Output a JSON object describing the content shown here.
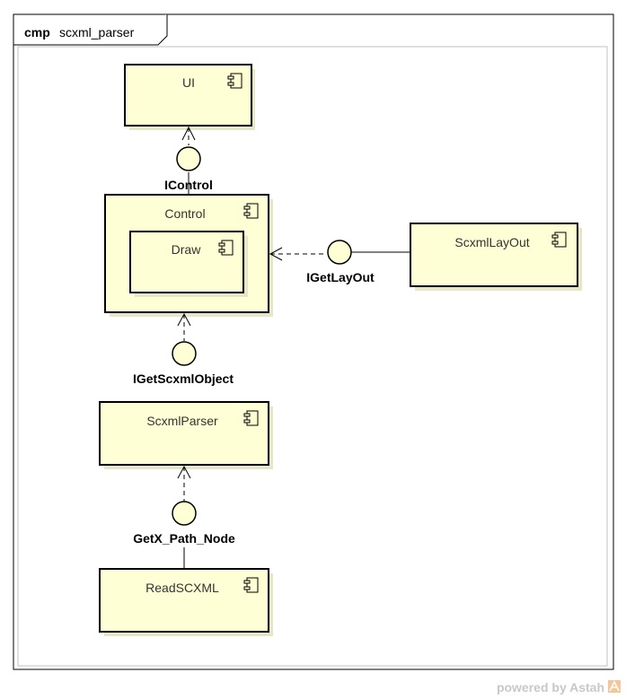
{
  "frame": {
    "keyword": "cmp",
    "name": "scxml_parser"
  },
  "components": {
    "ui": "UI",
    "control": "Control",
    "draw": "Draw",
    "scxml_layout": "ScxmlLayOut",
    "scxml_parser": "ScxmlParser",
    "read_scxml": "ReadSCXML"
  },
  "interfaces": {
    "icontrol": "IControl",
    "iget_layout": "IGetLayOut",
    "iget_scxml_object": "IGetScxmlObject",
    "getx_path_node": "GetX_Path_Node"
  },
  "footer": {
    "text": "powered by Astah"
  },
  "colors": {
    "component_fill": "#ffffd5",
    "stroke": "#000000",
    "shadow": "#e6e6c8"
  }
}
